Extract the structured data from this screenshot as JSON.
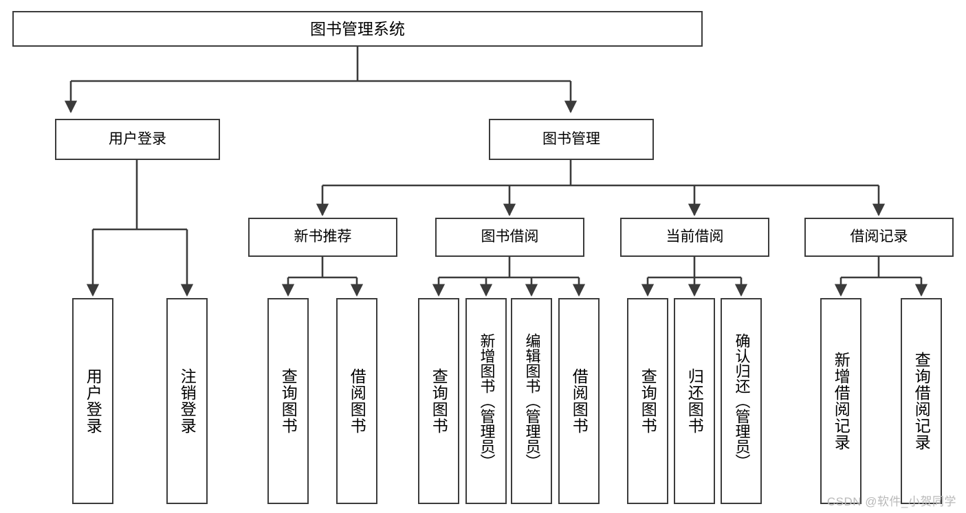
{
  "diagram": {
    "title": "图书管理系统",
    "type": "tree-hierarchy",
    "root": {
      "id": "root",
      "label": "图书管理系统"
    },
    "level1": [
      {
        "id": "user-login",
        "label": "用户登录"
      },
      {
        "id": "book-manage",
        "label": "图书管理"
      }
    ],
    "level2": [
      {
        "id": "new-book-rec",
        "label": "新书推荐",
        "parent": "book-manage"
      },
      {
        "id": "book-borrow",
        "label": "图书借阅",
        "parent": "book-manage"
      },
      {
        "id": "current-borrow",
        "label": "当前借阅",
        "parent": "book-manage"
      },
      {
        "id": "borrow-record",
        "label": "借阅记录",
        "parent": "book-manage"
      }
    ],
    "leaves": {
      "user-login": [
        {
          "id": "leaf-user-login",
          "label": "用户登录"
        },
        {
          "id": "leaf-logout",
          "label": "注销登录"
        }
      ],
      "new-book-rec": [
        {
          "id": "leaf-query-book-1",
          "label": "查询图书"
        },
        {
          "id": "leaf-borrow-book-1",
          "label": "借阅图书"
        }
      ],
      "book-borrow": [
        {
          "id": "leaf-query-book-2",
          "label": "查询图书"
        },
        {
          "id": "leaf-add-book",
          "label": "新增图书（管理员）"
        },
        {
          "id": "leaf-edit-book",
          "label": "编辑图书（管理员）"
        },
        {
          "id": "leaf-borrow-book-2",
          "label": "借阅图书"
        }
      ],
      "current-borrow": [
        {
          "id": "leaf-query-book-3",
          "label": "查询图书"
        },
        {
          "id": "leaf-return-book",
          "label": "归还图书"
        },
        {
          "id": "leaf-confirm-return",
          "label": "确认归还（管理员）"
        }
      ],
      "borrow-record": [
        {
          "id": "leaf-add-record",
          "label": "新增借阅记录"
        },
        {
          "id": "leaf-query-record",
          "label": "查询借阅记录"
        }
      ]
    },
    "colors": {
      "stroke": "#3b3b3b",
      "fill": "#ffffff",
      "text": "#000000",
      "watermark": "#b9b9b9"
    }
  },
  "watermark": {
    "text": "CSDN @软件_小贺同学"
  }
}
